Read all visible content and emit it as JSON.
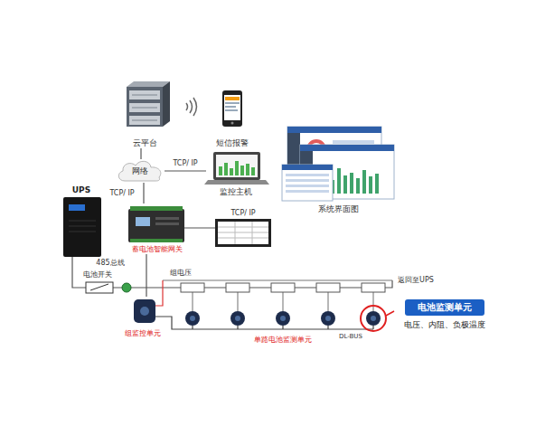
{
  "diagram": {
    "nodes": [
      {
        "text": [
          "云平台"
        ]
      },
      {
        "text": [
          "短信报警"
        ]
      },
      {
        "text": [
          "网络"
        ]
      },
      {
        "text": [
          "监控主机"
        ]
      },
      {
        "text": [
          "系统界面图"
        ]
      },
      {
        "text": [
          "UPS"
        ]
      },
      {
        "text": [
          "蓄电池智能网关"
        ]
      },
      {
        "text": [
          "组监控单元"
        ]
      },
      {
        "text": [
          "电池监测单元",
          "电压、内阻、负极温度"
        ]
      }
    ],
    "edges": [
      {
        "from": 0,
        "to": 2,
        "arrow": "none"
      },
      {
        "from": 2,
        "to": 3,
        "arrow": "none",
        "label": "TCP/ IP"
      },
      {
        "from": 2,
        "to": 6,
        "arrow": "none",
        "label": "TCP/ IP"
      },
      {
        "from": 6,
        "to": 7,
        "arrow": "none",
        "label": "485总线"
      }
    ],
    "labels": [
      "TCP/ IP",
      "电池开关",
      "组电压",
      "返回至UPS",
      "单路电池监测单元",
      "DL-BUS"
    ]
  }
}
